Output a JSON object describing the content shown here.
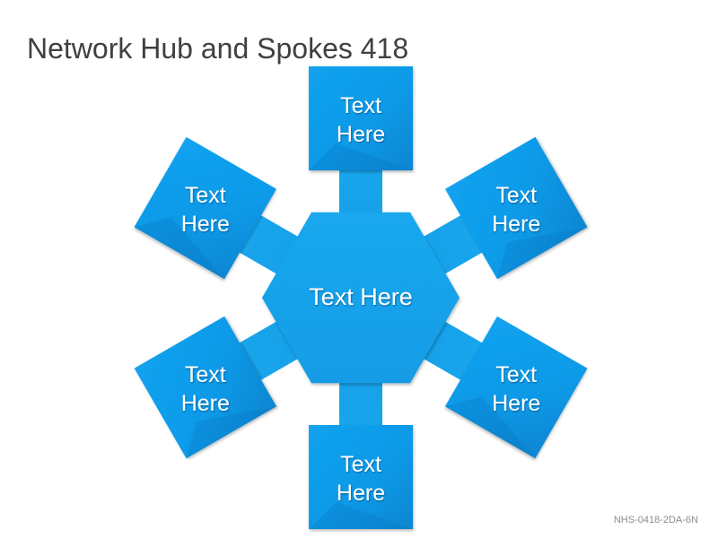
{
  "title": "Network Hub and Spokes 418",
  "code": "NHS-0418-2DA-6N",
  "colors": {
    "box": "#0f9ae8",
    "box_shadow": "#0a79c4",
    "hub": "#17a4ec",
    "text": "#ffffff"
  },
  "hub": {
    "label": "Text Here"
  },
  "spokes": [
    {
      "line1": "Text",
      "line2": "Here"
    },
    {
      "line1": "Text",
      "line2": "Here"
    },
    {
      "line1": "Text",
      "line2": "Here"
    },
    {
      "line1": "Text",
      "line2": "Here"
    },
    {
      "line1": "Text",
      "line2": "Here"
    },
    {
      "line1": "Text",
      "line2": "Here"
    }
  ]
}
